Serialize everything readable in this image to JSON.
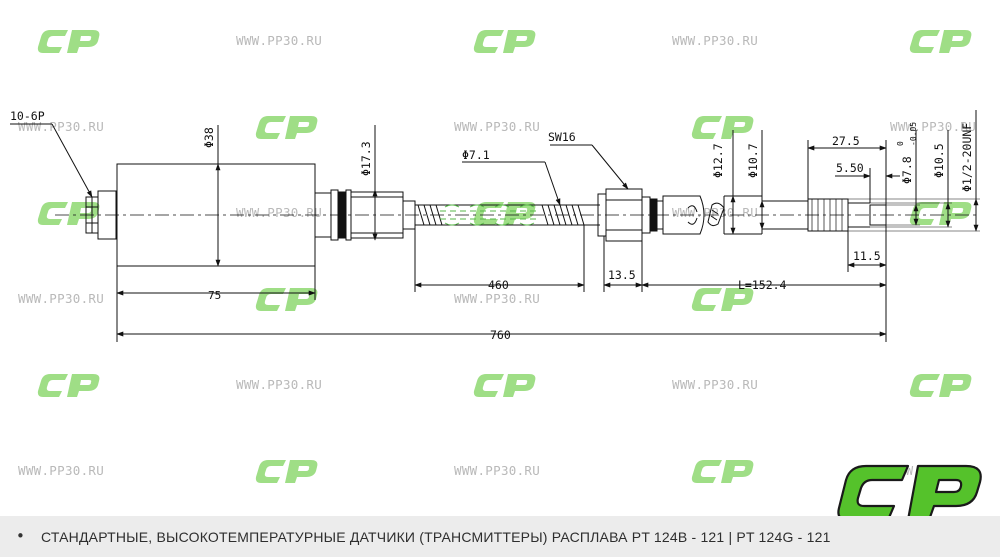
{
  "watermark": {
    "url_text": "WWW.PP30.RU",
    "logo_color": "#7fd35d"
  },
  "brand_logo": {
    "fill_color": "#55c22b",
    "outline_color": "#1a1a1a"
  },
  "drawing": {
    "line_color": "#111111",
    "labels": {
      "connector": "10-6P",
      "diameter_38": "Φ38",
      "diameter_17_3": "Φ17.3",
      "diameter_7_1": "Φ7.1",
      "wrench_size": "SW16",
      "diameter_12_7": "Φ12.7",
      "diameter_10_7": "Φ10.7",
      "length_27_5": "27.5",
      "diameter_7_8": "Φ7.8",
      "tolerance_upper": "0",
      "tolerance_lower": "-0.05",
      "diameter_10_5": "Φ10.5",
      "thread": "Φ1/2-20UNF",
      "length_5_50": "5.50",
      "length_11_5": "11.5",
      "length_75": "75",
      "length_460": "460",
      "length_13_5": "13.5",
      "length_L": "L=152.4",
      "length_total": "760"
    }
  },
  "caption": {
    "bullet": "•",
    "text": "СТАНДАРТНЫЕ, ВЫСОКОТЕМПЕРАТУРНЫЕ ДАТЧИКИ (ТРАНСМИТТЕРЫ) РАСПЛАВА PT 124B - 121 | PT 124G - 121"
  }
}
